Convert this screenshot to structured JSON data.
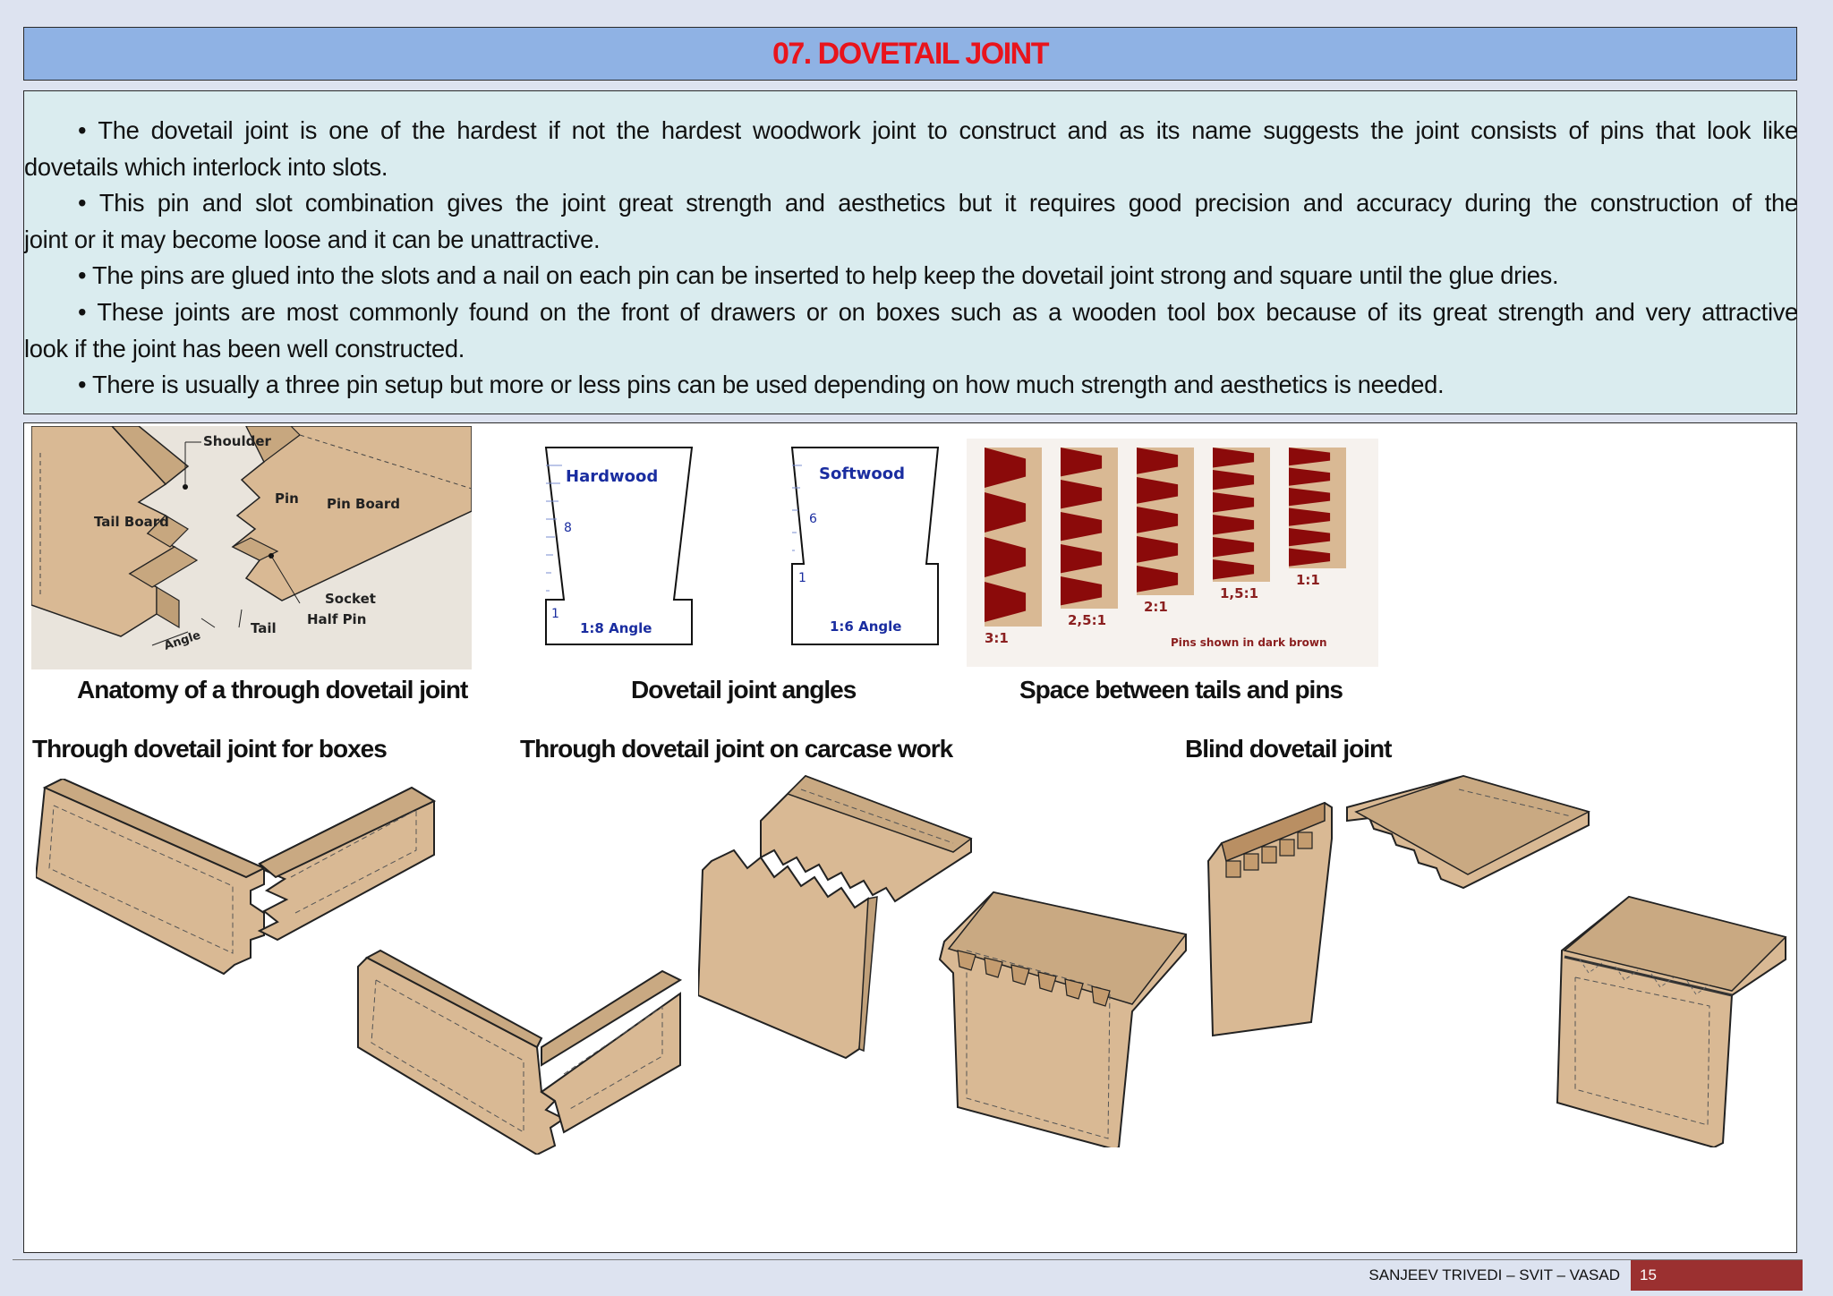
{
  "title": "07. DOVETAIL JOINT",
  "bullets": [
    {
      "line1": "• The dovetail joint is one of the hardest if not the hardest woodwork joint to construct and as its name suggests the joint consists of pins that look like",
      "line2": "dovetails which interlock into slots."
    },
    {
      "line1": "• This pin and slot combination gives the joint great strength and aesthetics but it requires good precision and accuracy during the construction of the",
      "line2": "joint or it may become loose and it can be unattractive."
    },
    {
      "line1": "• The pins are glued into the slots and a nail on each pin can be inserted to help keep the dovetail joint strong and square until the glue dries.",
      "line2": ""
    },
    {
      "line1": "• These joints are most commonly found on the front of drawers or on boxes such as a wooden tool box because of its great strength and very attractive",
      "line2": "look if the joint has been well constructed."
    },
    {
      "line1": "• There is usually a three pin setup but more or less pins can be used depending on how much strength and aesthetics is needed.",
      "line2": ""
    }
  ],
  "figures": {
    "anatomy": {
      "caption": "Anatomy of a through dovetail joint",
      "labels": {
        "shoulder": "Shoulder",
        "pin": "Pin",
        "pin_board": "Pin Board",
        "tail_board": "Tail Board",
        "socket": "Socket",
        "half_pin": "Half Pin",
        "tail": "Tail",
        "angle": "Angle"
      }
    },
    "angles": {
      "caption": "Dovetail joint angles",
      "hardwood": {
        "name": "Hardwood",
        "rise": "8",
        "run": "1",
        "angle": "1:8 Angle"
      },
      "softwood": {
        "name": "Softwood",
        "rise": "6",
        "run": "1",
        "angle": "1:6 Angle"
      }
    },
    "spacing": {
      "caption": "Space between tails and pins",
      "ratios": [
        "3:1",
        "2,5:1",
        "2:1",
        "1,5:1",
        "1:1"
      ],
      "note": "Pins shown in dark brown"
    },
    "boxes": {
      "caption": "Through dovetail joint for boxes"
    },
    "carcase": {
      "caption": "Through dovetail joint on carcase work"
    },
    "blind": {
      "caption": "Blind dovetail joint"
    }
  },
  "footer": {
    "author": "SANJEEV TRIVEDI – SVIT – VASAD",
    "page": "15"
  },
  "colors": {
    "title_bar": "#8fb2e4",
    "title_text": "#e8141c",
    "text_box": "#daecef",
    "wood": "#d9b994",
    "pin_dark": "#8b0a0a",
    "footer_page": "#9b3030"
  }
}
